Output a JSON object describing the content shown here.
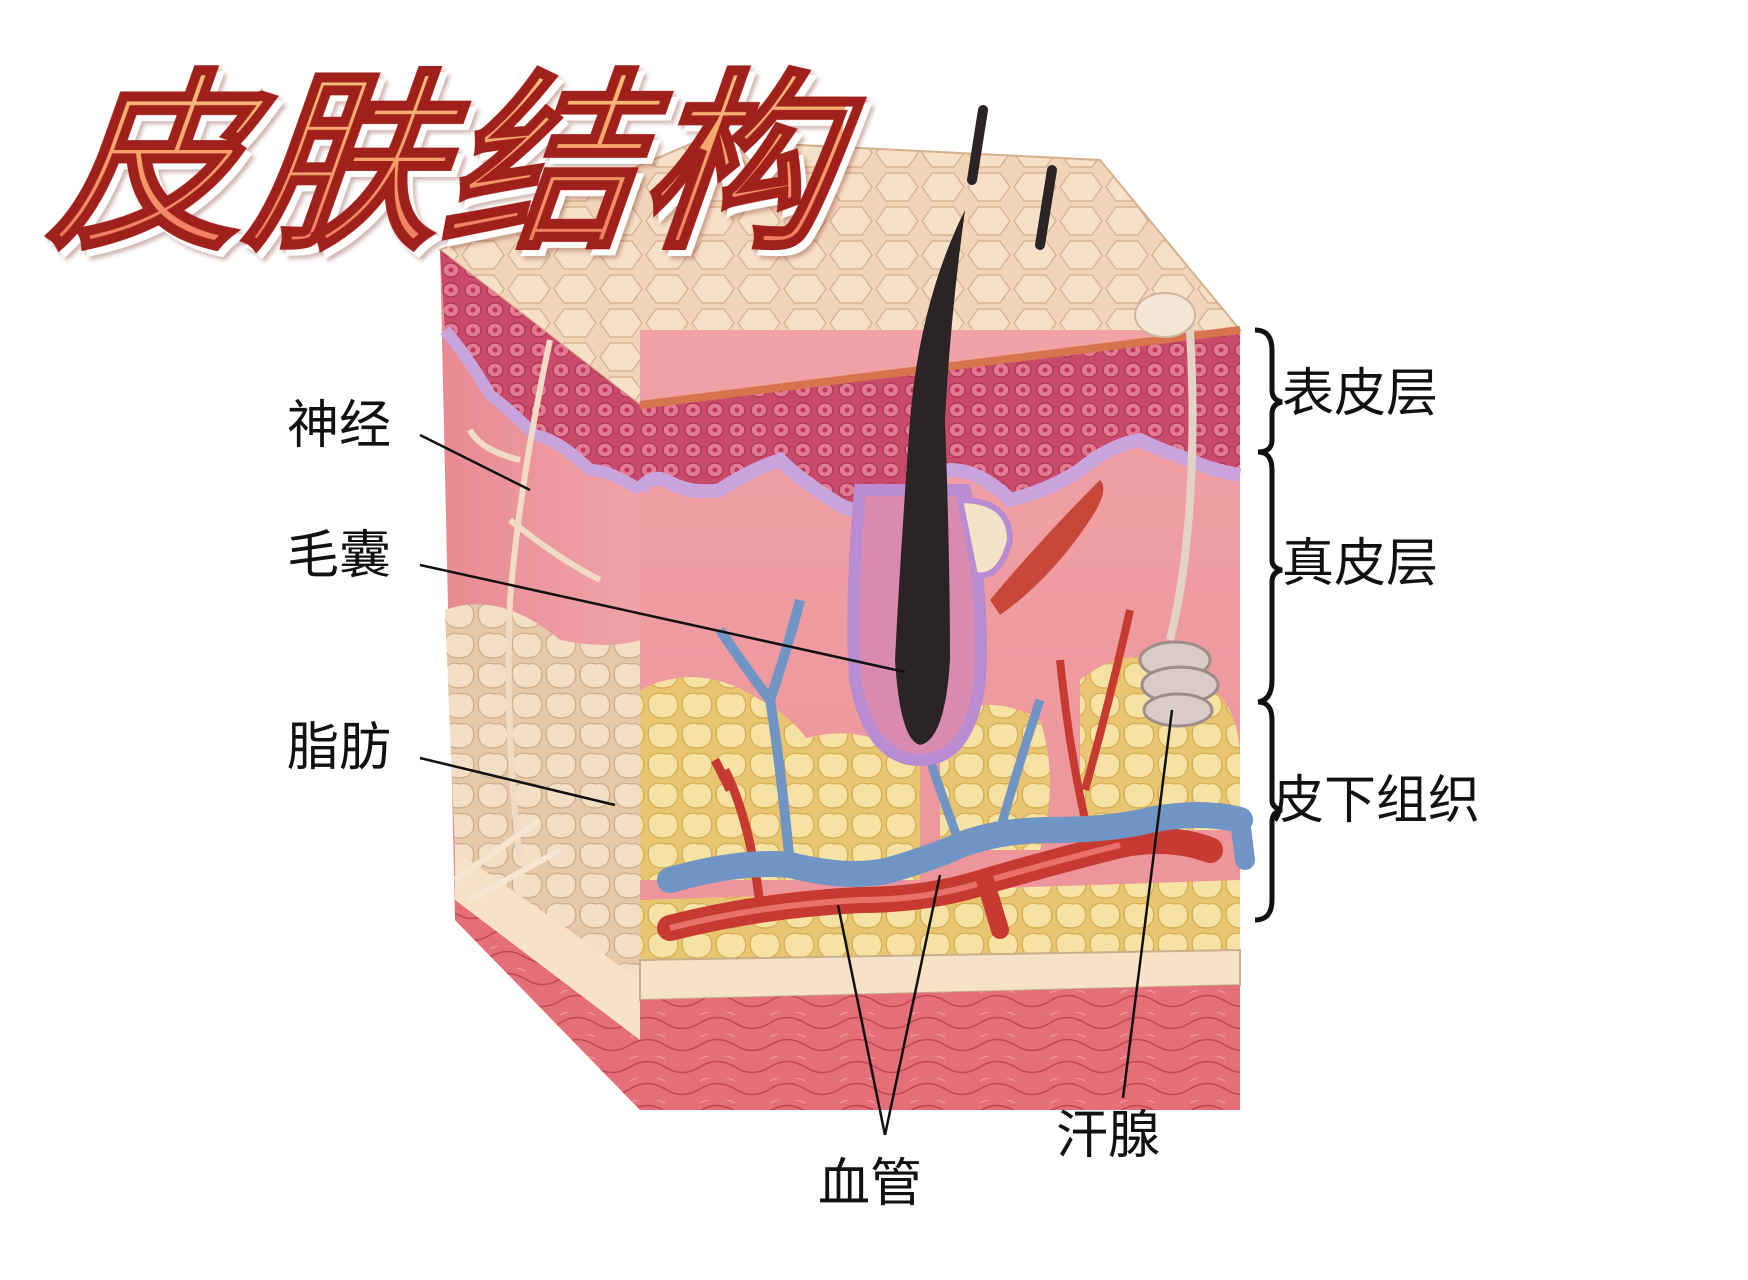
{
  "title": "皮肤结构",
  "left_labels": [
    {
      "id": "nerve",
      "text": "神经"
    },
    {
      "id": "hair-follicle",
      "text": "毛囊"
    },
    {
      "id": "fat",
      "text": "脂肪"
    }
  ],
  "right_labels": [
    {
      "id": "epidermis",
      "text": "表皮层"
    },
    {
      "id": "dermis",
      "text": "真皮层"
    },
    {
      "id": "subcutaneous",
      "text": "皮下组织"
    }
  ],
  "bottom_labels": [
    {
      "id": "blood-vessels",
      "text": "血管"
    },
    {
      "id": "sweat-gland",
      "text": "汗腺"
    }
  ],
  "colors": {
    "title_fill_top": "#f9c07a",
    "title_fill_bottom": "#ee7560",
    "title_stroke": "#a0201c",
    "epidermis_surface": "#f1d3b4",
    "epidermis_cells": "#d9607a",
    "basal_layer": "#c9a4dc",
    "dermis": "#ee9ea2",
    "fat": "#f0d98a",
    "muscle": "#e5747a",
    "vein": "#7095c4",
    "artery": "#c73a32",
    "hair": "#2b2424"
  }
}
